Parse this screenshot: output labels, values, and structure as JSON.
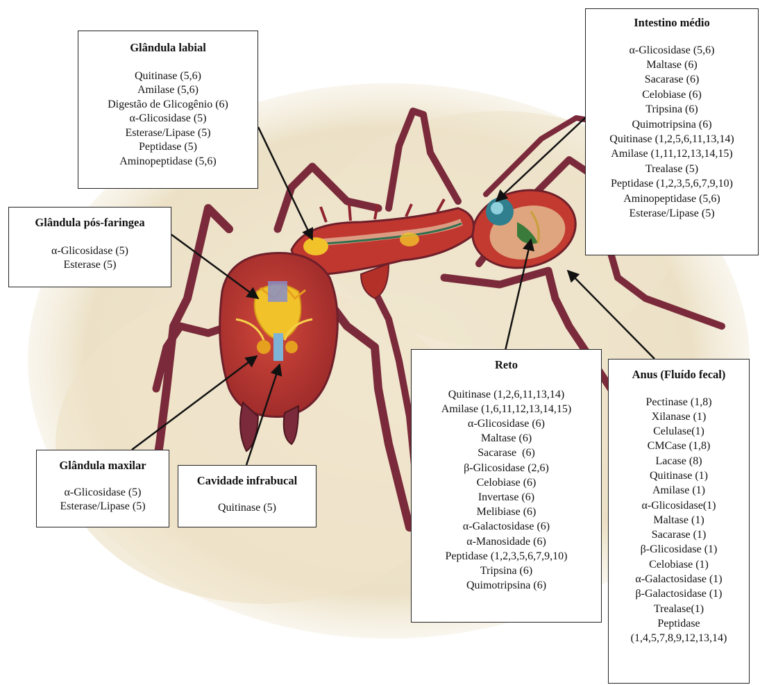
{
  "colors": {
    "background": "#ffffff",
    "parchment": "#efe6cf",
    "ant_body": "#b8322c",
    "ant_dark": "#6e1f2a",
    "leg": "#7a2a3a",
    "gland_yellow": "#f2c22a",
    "gland_blue": "#7fb3d6",
    "line": "#111111"
  },
  "boxes": {
    "labial": {
      "title": "Glândula labial",
      "items": [
        "Quitinase (5,6)",
        "Amilase (5,6)",
        "Digestão de Glicogênio (6)",
        "α-Glicosidase (5)",
        "Esterase/Lipase (5)",
        "Peptidase (5)",
        "Aminopeptidase (5,6)"
      ]
    },
    "midgut": {
      "title": "Intestino médio",
      "items": [
        "α-Glicosidase (5,6)",
        "Maltase (6)",
        "Sacarase (6)",
        "Celobiase (6)",
        "Tripsina (6)",
        "Quimotripsina (6)",
        "Quitinase (1,2,5,6,11,13,14)",
        "Amilase (1,11,12,13,14,15)",
        "Trealase (5)",
        "Peptidase (1,2,3,5,6,7,9,10)",
        "Aminopeptidase (5,6)",
        "Esterase/Lipase (5)"
      ]
    },
    "postpharyngeal": {
      "title": "Glândula pós-faringea",
      "items": [
        "α-Glicosidase (5)",
        "Esterase (5)"
      ]
    },
    "maxillary": {
      "title": "Glândula maxilar",
      "items": [
        "α-Glicosidase (5)",
        "Esterase/Lipase (5)"
      ]
    },
    "infrabuccal": {
      "title": "Cavidade infrabucal",
      "items": [
        "Quitinase (5)"
      ]
    },
    "rectum": {
      "title": "Reto",
      "items": [
        "Quitinase (1,2,6,11,13,14)",
        "Amilase (1,6,11,12,13,14,15)",
        "α-Glicosidase (6)",
        "Maltase (6)",
        "Sacarase  (6)",
        "β-Glicosidase (2,6)",
        "Celobiase (6)",
        "Invertase (6)",
        "Melibiase (6)",
        "α-Galactosidase (6)",
        "α-Manosidade (6)",
        "Peptidase (1,2,3,5,6,7,9,10)",
        "Tripsina (6)",
        "Quimotripsina (6)"
      ]
    },
    "anus": {
      "title": "Anus (Fluído fecal)",
      "items": [
        "Pectinase (1,8)",
        "Xilanase (1)",
        "Celulase(1)",
        "CMCase (1,8)",
        "Lacase (8)",
        "Quitinase (1)",
        "Amilase (1)",
        "α-Glicosidase(1)",
        "Maltase (1)",
        "Sacarase (1)",
        "β-Glicosidase (1)",
        "Celobiase (1)",
        "α-Galactosidase (1)",
        "β-Galactosidase (1)",
        "Trealase(1)",
        "Peptidase",
        "(1,4,5,7,8,9,12,13,14)"
      ]
    }
  }
}
